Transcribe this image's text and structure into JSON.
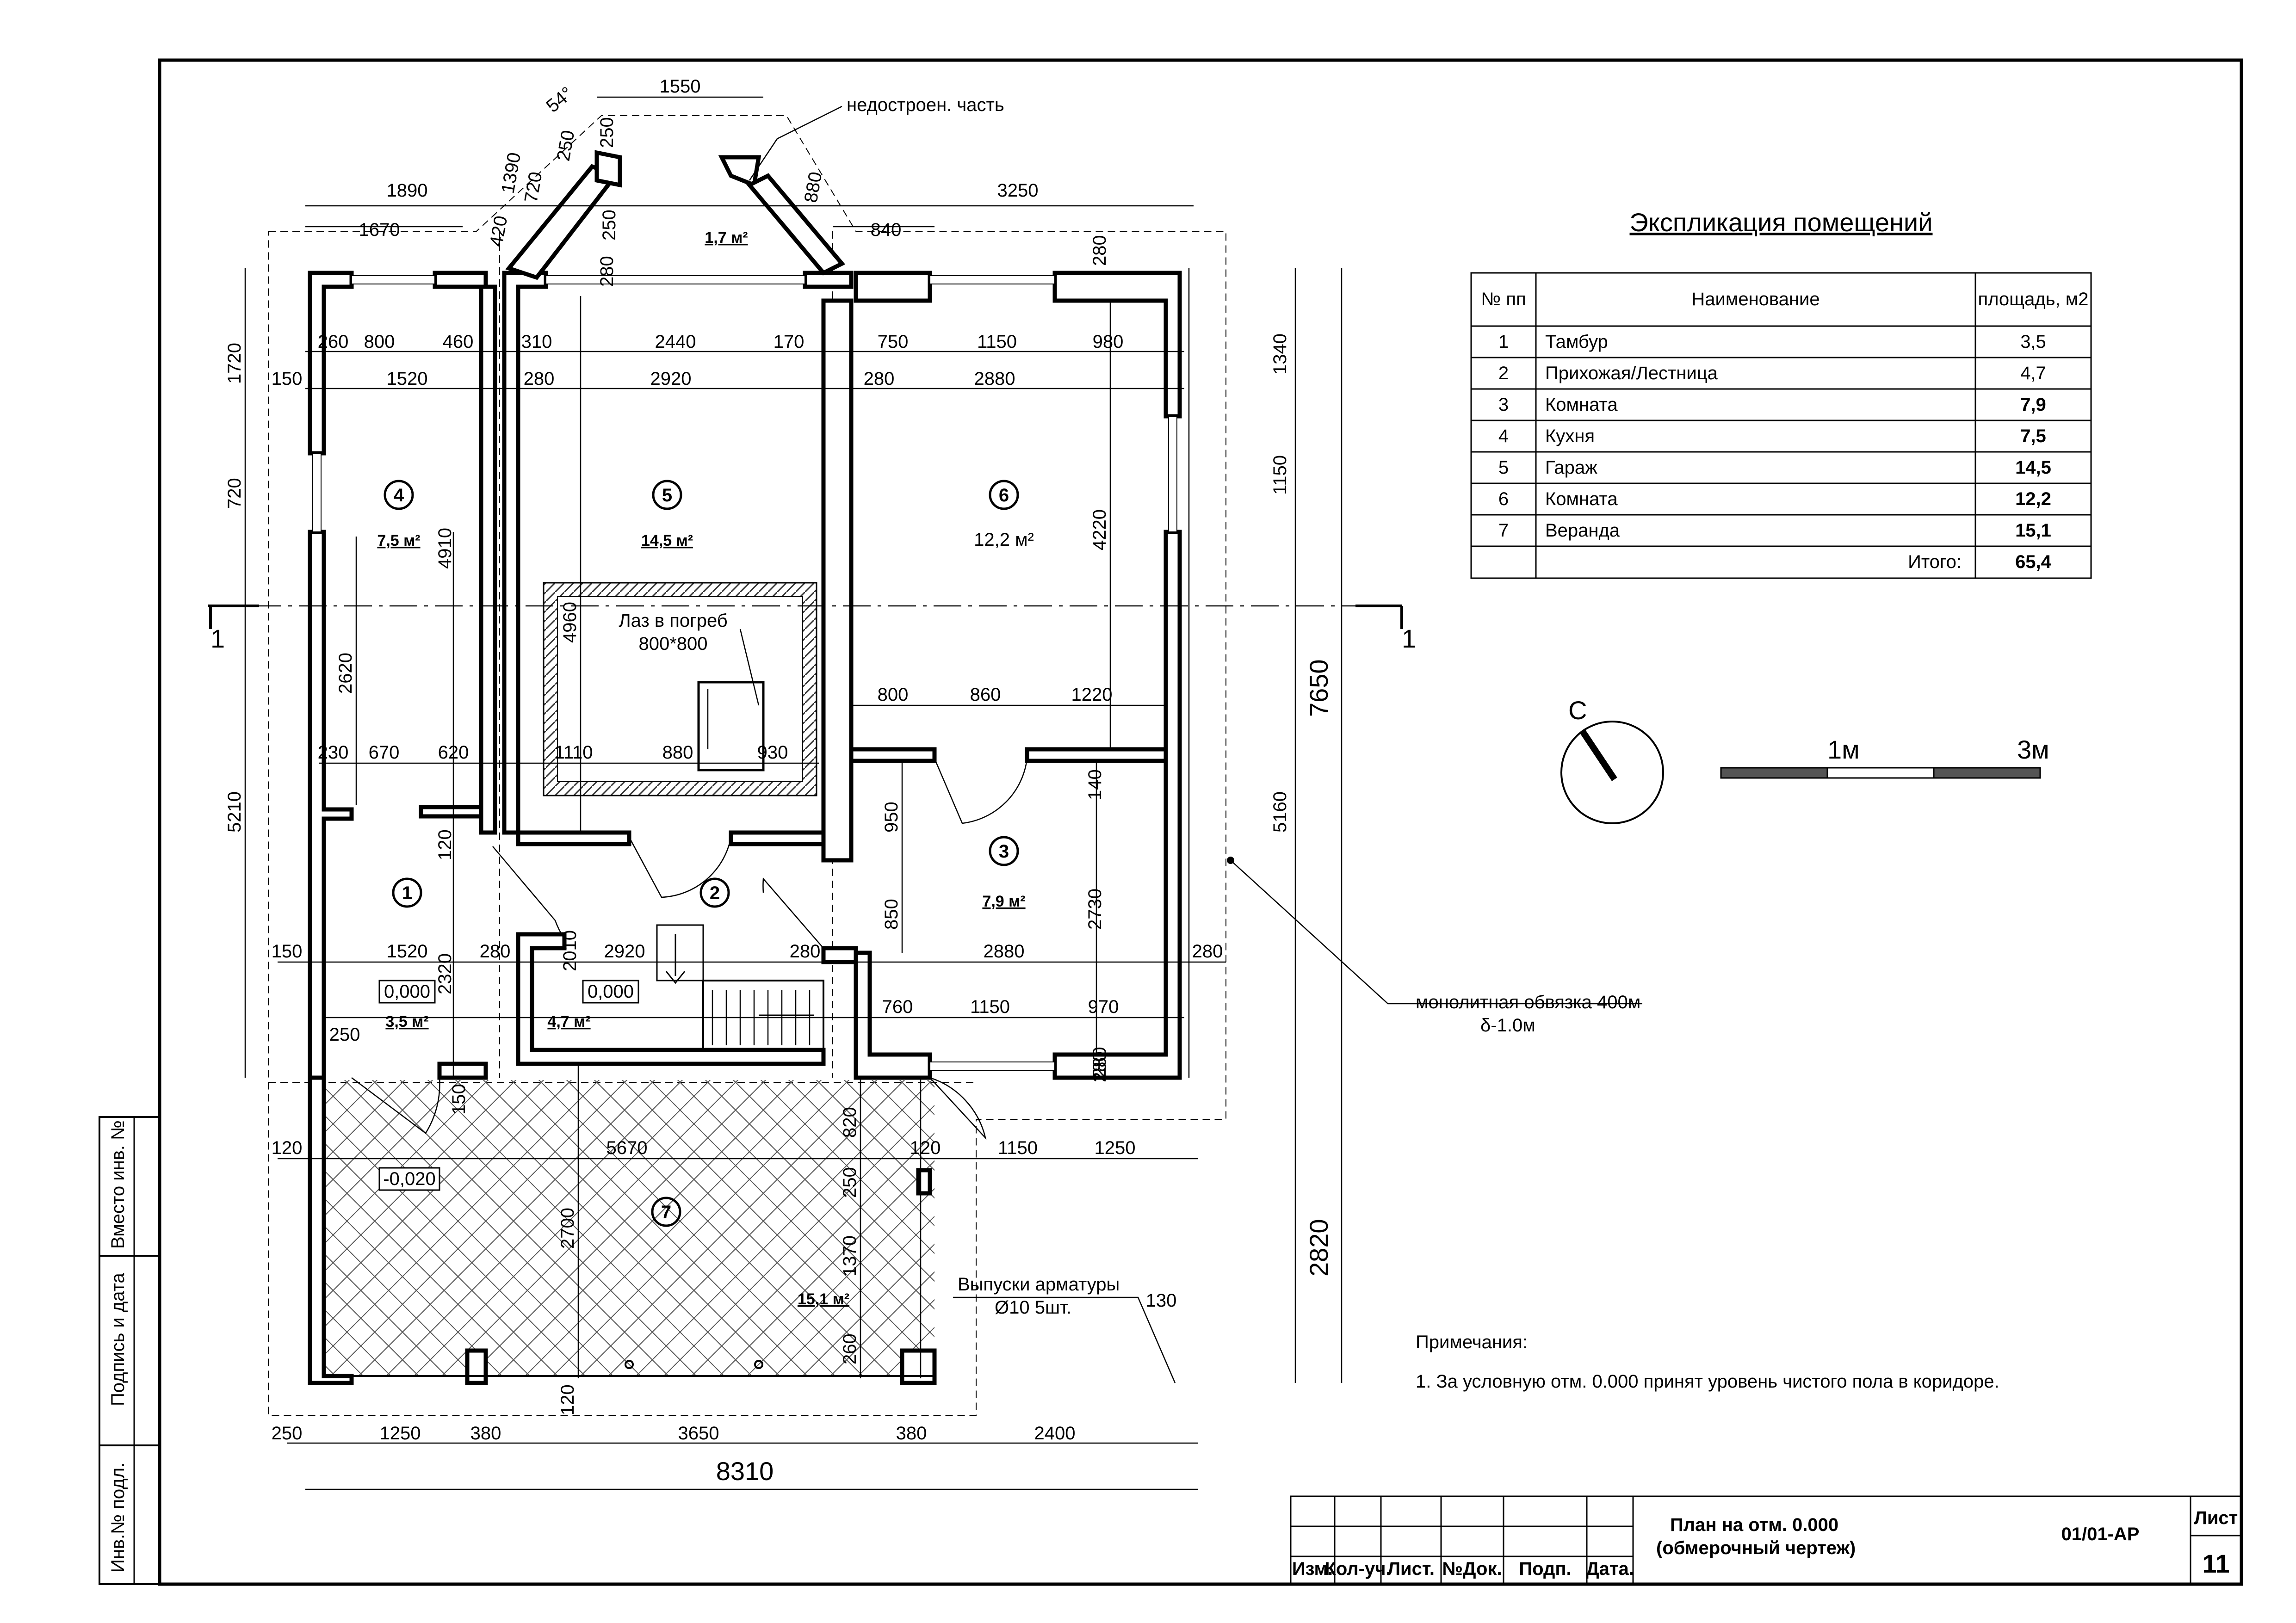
{
  "plan": {
    "rooms": [
      {
        "num": "1",
        "area": "3,5 м²"
      },
      {
        "num": "2",
        "area": "4,7 м²"
      },
      {
        "num": "3",
        "area": "7,9 м²"
      },
      {
        "num": "4",
        "area": "7,5 м²"
      },
      {
        "num": "5",
        "area": "14,5 м²"
      },
      {
        "num": "6",
        "area": "12,2 м²"
      },
      {
        "num": "7",
        "area": "15,1 м²"
      }
    ],
    "unbuilt_area": "1,7 м²",
    "unbuilt_label": "недостроен. часть",
    "cellar_hatch": [
      "Лаз в погреб",
      "800*800"
    ],
    "levels": [
      "0,000",
      "0,000",
      "-0,020"
    ],
    "section_mark": "1",
    "monolithic_label": [
      "монолитная обвязка 400м",
      "δ-1.0м"
    ],
    "rebar_label": [
      "Выпуски арматуры",
      "Ø10 5шт."
    ],
    "angle": "54°",
    "overall": {
      "width": "8310",
      "depth": "7650",
      "veranda": "2820",
      "total_left": "5210"
    },
    "dims_top": [
      "1550",
      "1890",
      "1390",
      "720",
      "250",
      "250",
      "880",
      "250",
      "3250",
      "1670",
      "420",
      "840",
      "280",
      "280",
      "280"
    ],
    "dims_row1": [
      "260",
      "800",
      "460",
      "310",
      "2440",
      "170",
      "750",
      "1150",
      "980"
    ],
    "dims_row2": [
      "150",
      "1520",
      "280",
      "2920",
      "280",
      "2880"
    ],
    "dims_mid": [
      "230",
      "670",
      "620",
      "1110",
      "880",
      "930",
      "800",
      "860",
      "1220"
    ],
    "dims_row3": [
      "150",
      "1520",
      "280",
      "2920",
      "280",
      "2880",
      "280"
    ],
    "dims_row4": [
      "250",
      "760",
      "1150",
      "970",
      "280"
    ],
    "dims_bottom": [
      "250",
      "1250",
      "380",
      "3650",
      "380",
      "2400"
    ],
    "dims_vertical": [
      "1720",
      "720",
      "2620",
      "4910",
      "4960",
      "4220",
      "120",
      "2320",
      "2010",
      "950",
      "850",
      "140",
      "2730",
      "150",
      "1340",
      "1150",
      "5160",
      "820",
      "250",
      "2700",
      "1370",
      "260",
      "120",
      "130"
    ],
    "dims_veranda": [
      "120",
      "5670",
      "120",
      "1150",
      "1250"
    ]
  },
  "explication": {
    "title": "Экспликация помещений",
    "headers": [
      "№ пп",
      "Наименование",
      "площадь, м2"
    ],
    "rows": [
      [
        "1",
        "Тамбур",
        "3,5"
      ],
      [
        "2",
        "Прихожая/Лестница",
        "4,7"
      ],
      [
        "3",
        "Комната",
        "7,9"
      ],
      [
        "4",
        "Кухня",
        "7,5"
      ],
      [
        "5",
        "Гараж",
        "14,5"
      ],
      [
        "6",
        "Комната",
        "12,2"
      ],
      [
        "7",
        "Веранда",
        "15,1"
      ]
    ],
    "total_label": "Итого:",
    "total_value": "65,4"
  },
  "north": "С",
  "scale": {
    "left": "1м",
    "right": "3м"
  },
  "notes": {
    "heading": "Примечания:",
    "items": [
      "1. За условную отм. 0.000 принят уровень чистого пола в коридоре."
    ]
  },
  "stamp": {
    "headers": [
      "Изм.",
      "Кол-уч.",
      "Лист.",
      "№Док.",
      "Подп.",
      "Дата."
    ],
    "title_line1": "План на отм. 0.000",
    "title_line2": "(обмерочный чертеж)",
    "code": "01/01-АР",
    "sheet_label": "Лист",
    "sheet_number": "11"
  },
  "side_stamp": [
    "Инв.№ подл.",
    "Подпись и дата",
    "Вместо инв. №"
  ]
}
